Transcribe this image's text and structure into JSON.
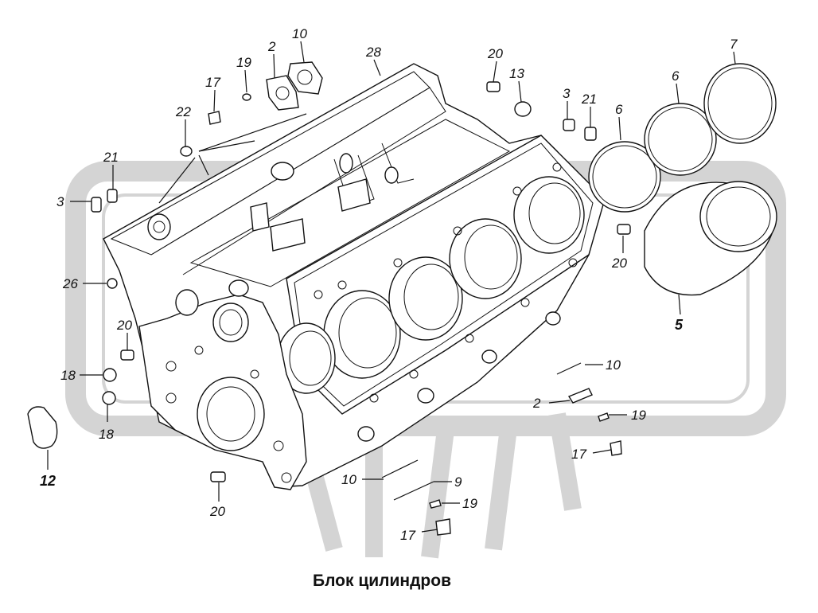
{
  "caption": "Блок цилиндров",
  "callouts": [
    {
      "id": "c-2a",
      "text": "2"
    },
    {
      "id": "c-10a",
      "text": "10"
    },
    {
      "id": "c-28",
      "text": "28"
    },
    {
      "id": "c-20a",
      "text": "20"
    },
    {
      "id": "c-13",
      "text": "13"
    },
    {
      "id": "c-19a",
      "text": "19"
    },
    {
      "id": "c-17a",
      "text": "17"
    },
    {
      "id": "c-22",
      "text": "22"
    },
    {
      "id": "c-21a",
      "text": "21"
    },
    {
      "id": "c-3a",
      "text": "3"
    },
    {
      "id": "c-26",
      "text": "26"
    },
    {
      "id": "c-20b",
      "text": "20"
    },
    {
      "id": "c-18a",
      "text": "18"
    },
    {
      "id": "c-18b",
      "text": "18"
    },
    {
      "id": "c-12",
      "text": "12"
    },
    {
      "id": "c-20c",
      "text": "20"
    },
    {
      "id": "c-10b",
      "text": "10"
    },
    {
      "id": "c-9",
      "text": "9"
    },
    {
      "id": "c-19b",
      "text": "19"
    },
    {
      "id": "c-17b",
      "text": "17"
    },
    {
      "id": "c-3b",
      "text": "3"
    },
    {
      "id": "c-21b",
      "text": "21"
    },
    {
      "id": "c-6a",
      "text": "6"
    },
    {
      "id": "c-6b",
      "text": "6"
    },
    {
      "id": "c-7",
      "text": "7"
    },
    {
      "id": "c-5",
      "text": "5"
    },
    {
      "id": "c-20d",
      "text": "20"
    },
    {
      "id": "c-10c",
      "text": "10"
    },
    {
      "id": "c-2b",
      "text": "2"
    },
    {
      "id": "c-19c",
      "text": "19"
    },
    {
      "id": "c-17c",
      "text": "17"
    }
  ]
}
